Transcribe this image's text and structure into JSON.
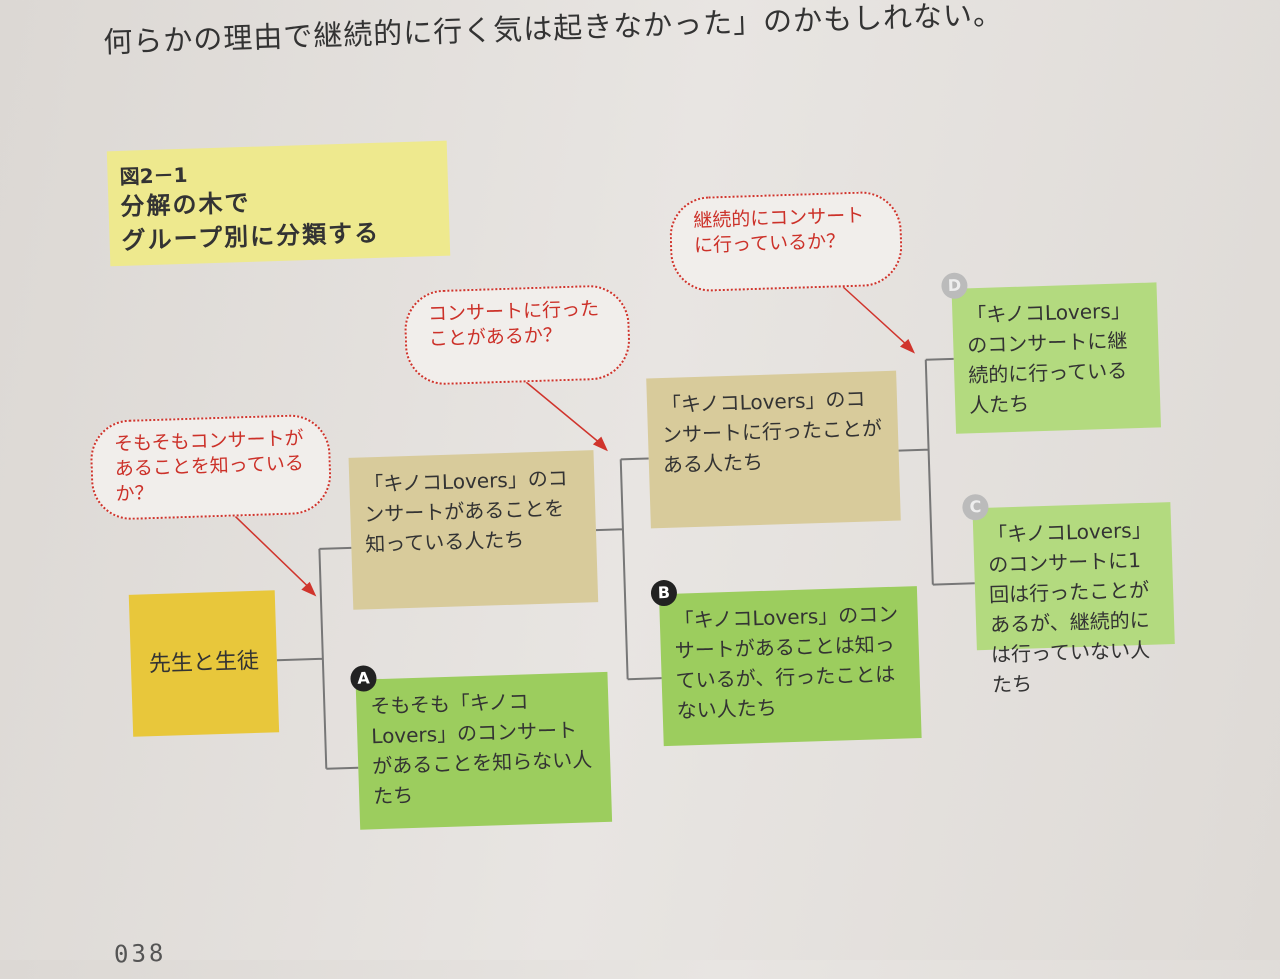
{
  "body_text": "何らかの理由で継続的に行く気は起きなかった」のかもしれない。",
  "figure": {
    "number": "図2－1",
    "title_line1": "分解の木で",
    "title_line2": "グループ別に分類する"
  },
  "nodes": {
    "root": "先生と生徒",
    "know": "「キノコLovers」のコンサートがあることを知っている人たち",
    "a": "そもそも「キノコLovers」のコンサートがあることを知らない人たち",
    "been": "「キノコLovers」のコンサートに行ったことがある人たち",
    "b": "「キノコLovers」のコンサートがあることは知っているが、行ったことはない人たち",
    "d": "「キノコLovers」のコンサートに継続的に行っている人たち",
    "c": "「キノコLovers」のコンサートに1回は行ったことがあるが、継続的には行っていない人たち"
  },
  "badges": {
    "a": "A",
    "b": "B",
    "c": "C",
    "d": "D"
  },
  "questions": {
    "q1": "そもそもコンサートがあることを知っているか？",
    "q2": "コンサートに行ったことがあるか？",
    "q3": "継続的にコンサートに行っているか？"
  },
  "page_number": "038",
  "colors": {
    "red": "#cc3129",
    "green": "#9ccd5e",
    "tan": "#d8cb9b",
    "yellow": "#e8c73b"
  }
}
